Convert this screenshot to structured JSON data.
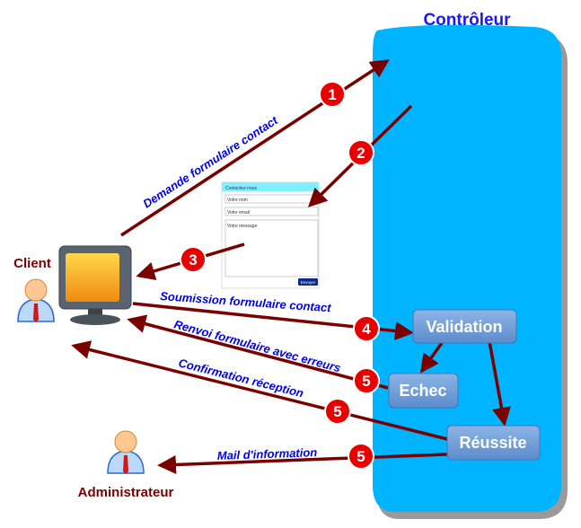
{
  "title": "Contrôleur",
  "actors": {
    "client": "Client",
    "admin": "Administrateur"
  },
  "form": {
    "header": "Contactez-nous",
    "fields": [
      "Votre nom",
      "Votre email",
      "Votre message"
    ],
    "button": "Envoyer"
  },
  "boxes": {
    "validation": "Validation",
    "echec": "Echec",
    "reussite": "Réussite"
  },
  "arrows": {
    "a1": "Demande formulaire contact",
    "a4": "Soumission formulaire contact",
    "a5a": "Renvoi formulaire avec erreurs",
    "a5b": "Confirmation réception",
    "a5c": "Mail d'information"
  },
  "badges": {
    "b1": "1",
    "b2": "2",
    "b3": "3",
    "b4": "4",
    "b5a": "5",
    "b5b": "5",
    "b5c": "5"
  },
  "colors": {
    "controller": "#00b4ff",
    "arrow": "#7a0000",
    "badge": "#e80000",
    "box": "#6f9fd8",
    "label": "#0000ee",
    "actor": "#7a0000"
  }
}
